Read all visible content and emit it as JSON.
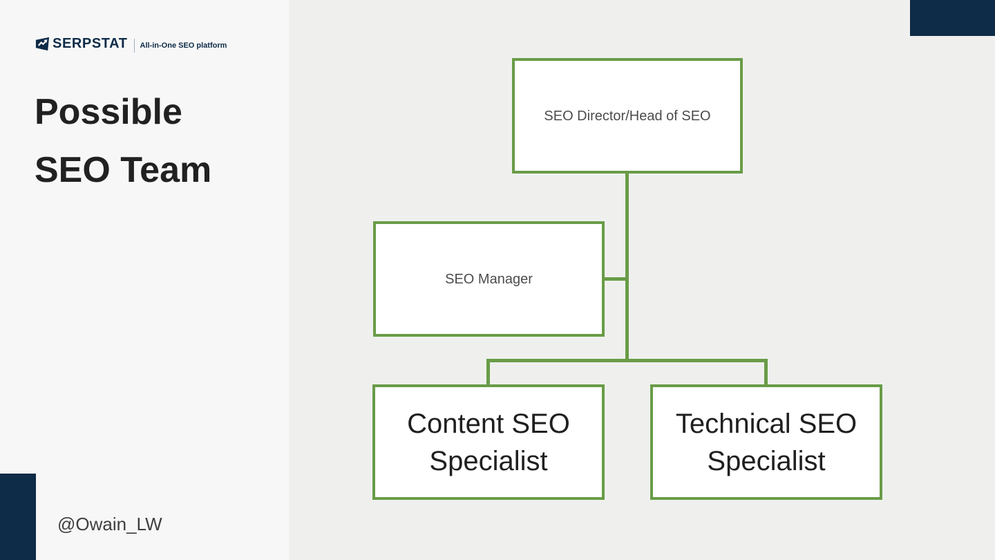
{
  "brand": {
    "name": "SERPSTAT",
    "tagline": "All-in-One SEO platform",
    "icon": "serpstat-arrow-flag-icon"
  },
  "slide": {
    "title_line1": "Possible",
    "title_line2": "SEO Team",
    "footer_handle": "@Owain_LW"
  },
  "org_chart": {
    "type": "org-tree",
    "nodes": [
      {
        "id": "director",
        "label": "SEO Director/Head of SEO",
        "reports_to": null
      },
      {
        "id": "manager",
        "label": "SEO Manager",
        "reports_to": "director"
      },
      {
        "id": "content",
        "label": "Content SEO Specialist",
        "reports_to": "director"
      },
      {
        "id": "technical",
        "label": "Technical SEO Specialist",
        "reports_to": "director"
      }
    ]
  },
  "colors": {
    "navy": "#0e2b47",
    "green": "#699c47",
    "sidebar_bg": "#f7f7f7",
    "canvas_bg": "#eff0ee",
    "node_bg": "#ffffff",
    "title_text": "#212121",
    "node_text": "#4c4c4c",
    "leaf_text": "#1f1f1f"
  }
}
